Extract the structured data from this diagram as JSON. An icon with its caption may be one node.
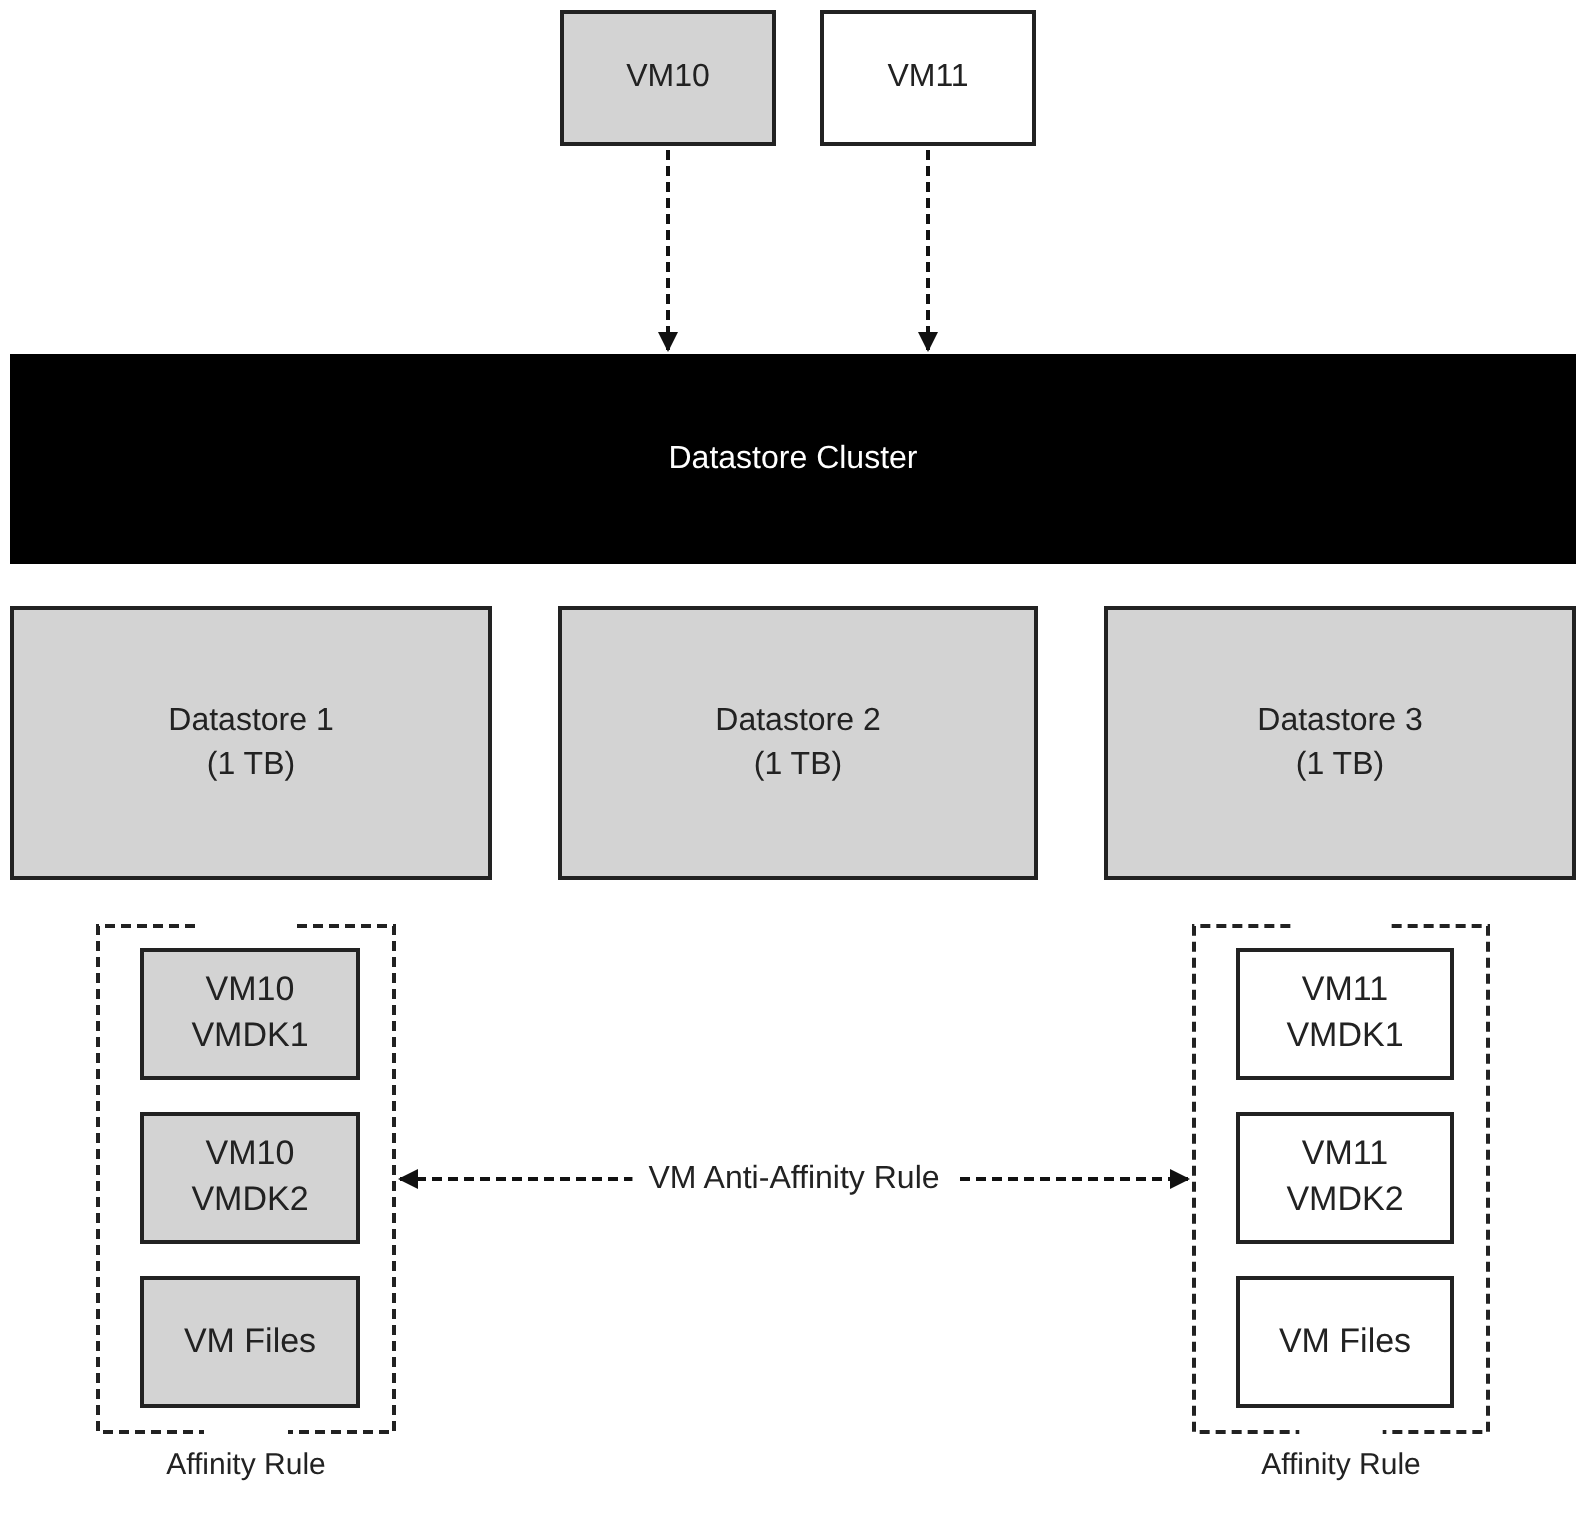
{
  "diagram": {
    "nodes": [
      {
        "text": [
          "VM10"
        ]
      },
      {
        "text": [
          "VM11"
        ]
      },
      {
        "text": [
          "Datastore Cluster"
        ]
      },
      {
        "text": [
          "Datastore 1 (1 TB)"
        ]
      },
      {
        "text": [
          "Datastore 2 (1 TB)"
        ]
      },
      {
        "text": [
          "Datastore 3 (1 TB)"
        ]
      },
      {
        "text": [
          "Affinity Rule"
        ]
      },
      {
        "text": [
          "VM10 VMDK1"
        ],
        "in": 6
      },
      {
        "text": [
          "VM10 VMDK2"
        ],
        "in": 6
      },
      {
        "text": [
          "VM Files"
        ],
        "in": 6
      },
      {
        "text": [
          "Affinity Rule"
        ]
      },
      {
        "text": [
          "VM11 VMDK1"
        ],
        "in": 10
      },
      {
        "text": [
          "VM11 VMDK2"
        ],
        "in": 10
      },
      {
        "text": [
          "VM Files"
        ],
        "in": 10
      }
    ],
    "edges": [
      {
        "from": 0,
        "to": 2,
        "arrow": "to",
        "style": "dashed"
      },
      {
        "from": 1,
        "to": 2,
        "arrow": "to",
        "style": "dashed"
      },
      {
        "from": 6,
        "to": 10,
        "arrow": "both",
        "style": "dashed",
        "label": "VM Anti-Affinity Rule"
      }
    ]
  }
}
